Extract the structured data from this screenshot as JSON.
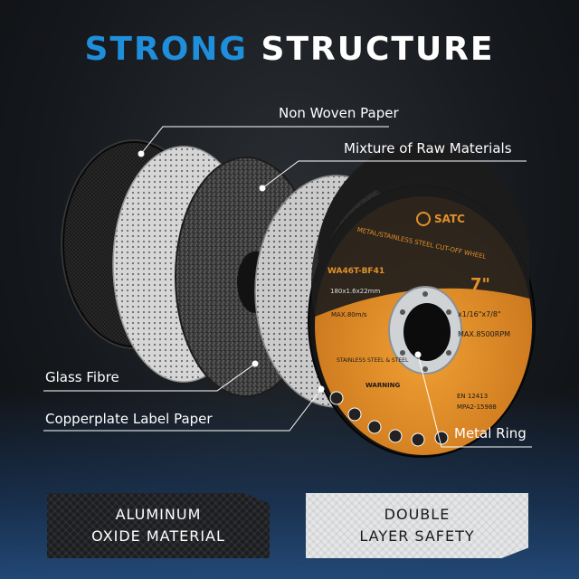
{
  "title": {
    "part1": "STRONG",
    "part2": "STRUCTURE"
  },
  "labels": {
    "non_woven": "Non Woven Paper",
    "raw_materials": "Mixture of Raw Materials",
    "glass_fibre": "Glass Fibre",
    "copperplate": "Copperplate Label Paper",
    "metal_ring": "Metal Ring"
  },
  "wheel_label": {
    "brand": "SATC",
    "band": "METAL/STAINLESS STEEL CUT-OFF WHEEL",
    "model": "WA46T-BF41",
    "size_inch": "7\"",
    "dimensions": "180x1.6x22mm",
    "speed_ms": "MAX.80m/s",
    "arbor": "x1/16\"x7/8\"",
    "rpm": "MAX.8500RPM",
    "use": "STAINLESS STEEL & STEEL",
    "warning": "WARNING",
    "standard": "EN 12413",
    "cert": "MPA2-15988"
  },
  "badges": {
    "left_line1": "ALUMINUM",
    "left_line2": "OXIDE MATERIAL",
    "right_line1": "DOUBLE",
    "right_line2": "LAYER SAFETY"
  },
  "colors": {
    "accent_blue": "#1f8fdb",
    "label_orange": "#e2902a",
    "dark_disc": "#121212",
    "grey_disc": "#cfcfcf"
  }
}
